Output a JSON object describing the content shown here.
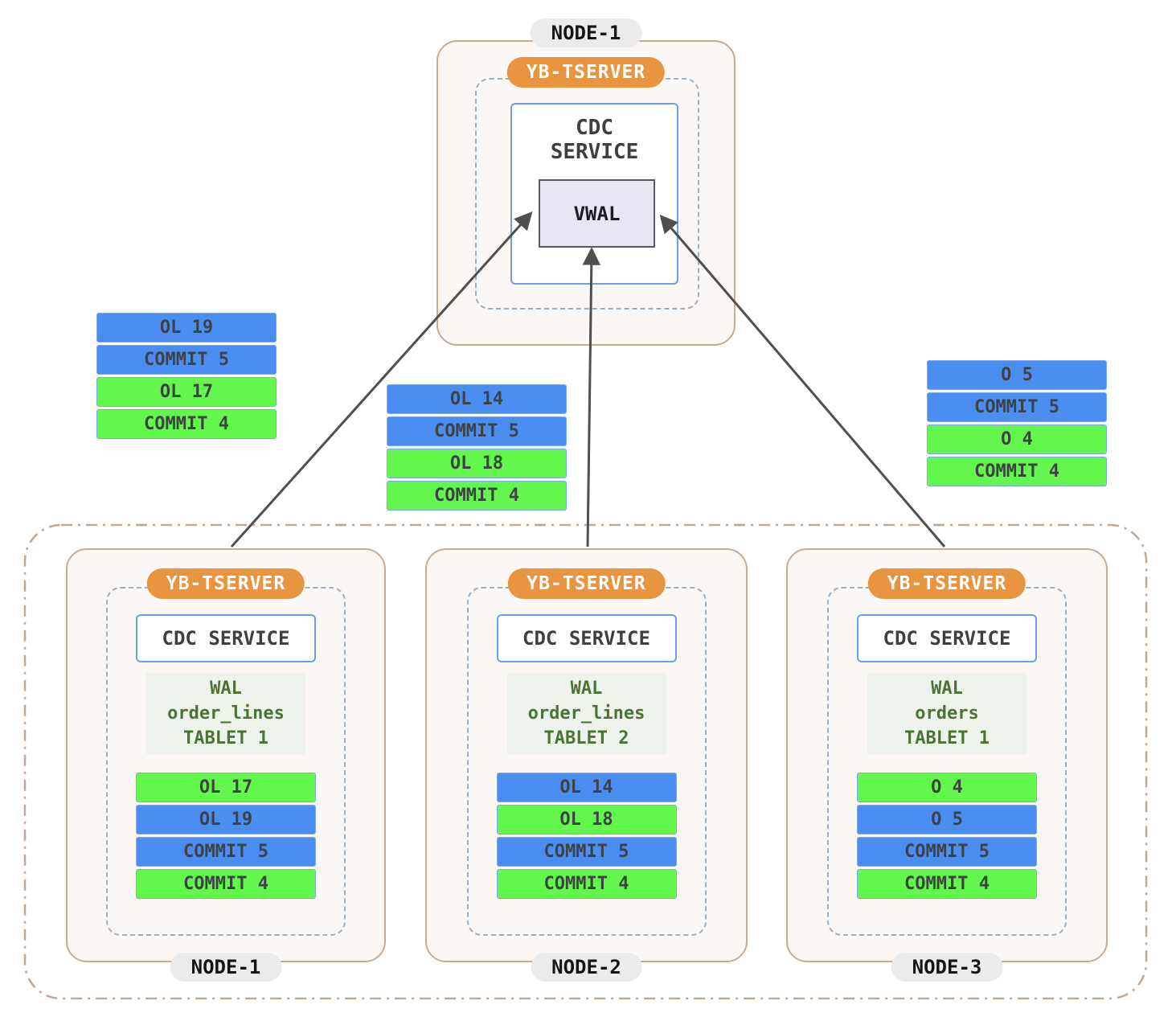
{
  "colors": {
    "row_blue": "#4b8ef1",
    "row_green": "#63f64d",
    "row_border_blue": "#7fa8f2",
    "accent_orange": "#e9943e",
    "node_border_tan": "#c9ab93",
    "dashed_border_blue_gray": "#9ab0c4",
    "cdc_border_blue": "#6d9cf0",
    "wal_text_green": "#4a7434",
    "vwal_fill_lavender": "#e7e6f2",
    "arrow_gray": "#4f4f4f"
  },
  "top_node": {
    "node_label": "NODE-1",
    "tserver_label": "YB-TSERVER",
    "cdc_line1": "CDC",
    "cdc_line2": "SERVICE",
    "vwal_label": "VWAL"
  },
  "stacks": [
    {
      "rows": [
        {
          "label": "OL 19",
          "color": "blue"
        },
        {
          "label": "COMMIT 5",
          "color": "blue"
        },
        {
          "label": "OL 17",
          "color": "green"
        },
        {
          "label": "COMMIT 4",
          "color": "green"
        }
      ]
    },
    {
      "rows": [
        {
          "label": "OL 14",
          "color": "blue"
        },
        {
          "label": "COMMIT 5",
          "color": "blue"
        },
        {
          "label": "OL 18",
          "color": "green"
        },
        {
          "label": "COMMIT 4",
          "color": "green"
        }
      ]
    },
    {
      "rows": [
        {
          "label": "O 5",
          "color": "blue"
        },
        {
          "label": "COMMIT 5",
          "color": "blue"
        },
        {
          "label": "O 4",
          "color": "green"
        },
        {
          "label": "COMMIT 4",
          "color": "green"
        }
      ]
    }
  ],
  "nodes": [
    {
      "node_label": "NODE-1",
      "tserver_label": "YB-TSERVER",
      "cdc_label": "CDC SERVICE",
      "wal_line1": "WAL",
      "wal_line2": "order_lines",
      "wal_line3": "TABLET 1",
      "rows": [
        {
          "label": "OL 17",
          "color": "green"
        },
        {
          "label": "OL 19",
          "color": "blue"
        },
        {
          "label": "COMMIT 5",
          "color": "blue"
        },
        {
          "label": "COMMIT 4",
          "color": "green"
        }
      ]
    },
    {
      "node_label": "NODE-2",
      "tserver_label": "YB-TSERVER",
      "cdc_label": "CDC SERVICE",
      "wal_line1": "WAL",
      "wal_line2": "order_lines",
      "wal_line3": "TABLET 2",
      "rows": [
        {
          "label": "OL 14",
          "color": "blue"
        },
        {
          "label": "OL 18",
          "color": "green"
        },
        {
          "label": "COMMIT 5",
          "color": "blue"
        },
        {
          "label": "COMMIT 4",
          "color": "green"
        }
      ]
    },
    {
      "node_label": "NODE-3",
      "tserver_label": "YB-TSERVER",
      "cdc_label": "CDC SERVICE",
      "wal_line1": "WAL",
      "wal_line2": "orders",
      "wal_line3": "TABLET 1",
      "rows": [
        {
          "label": "O 4",
          "color": "green"
        },
        {
          "label": "O 5",
          "color": "blue"
        },
        {
          "label": "COMMIT 5",
          "color": "blue"
        },
        {
          "label": "COMMIT 4",
          "color": "green"
        }
      ]
    }
  ]
}
